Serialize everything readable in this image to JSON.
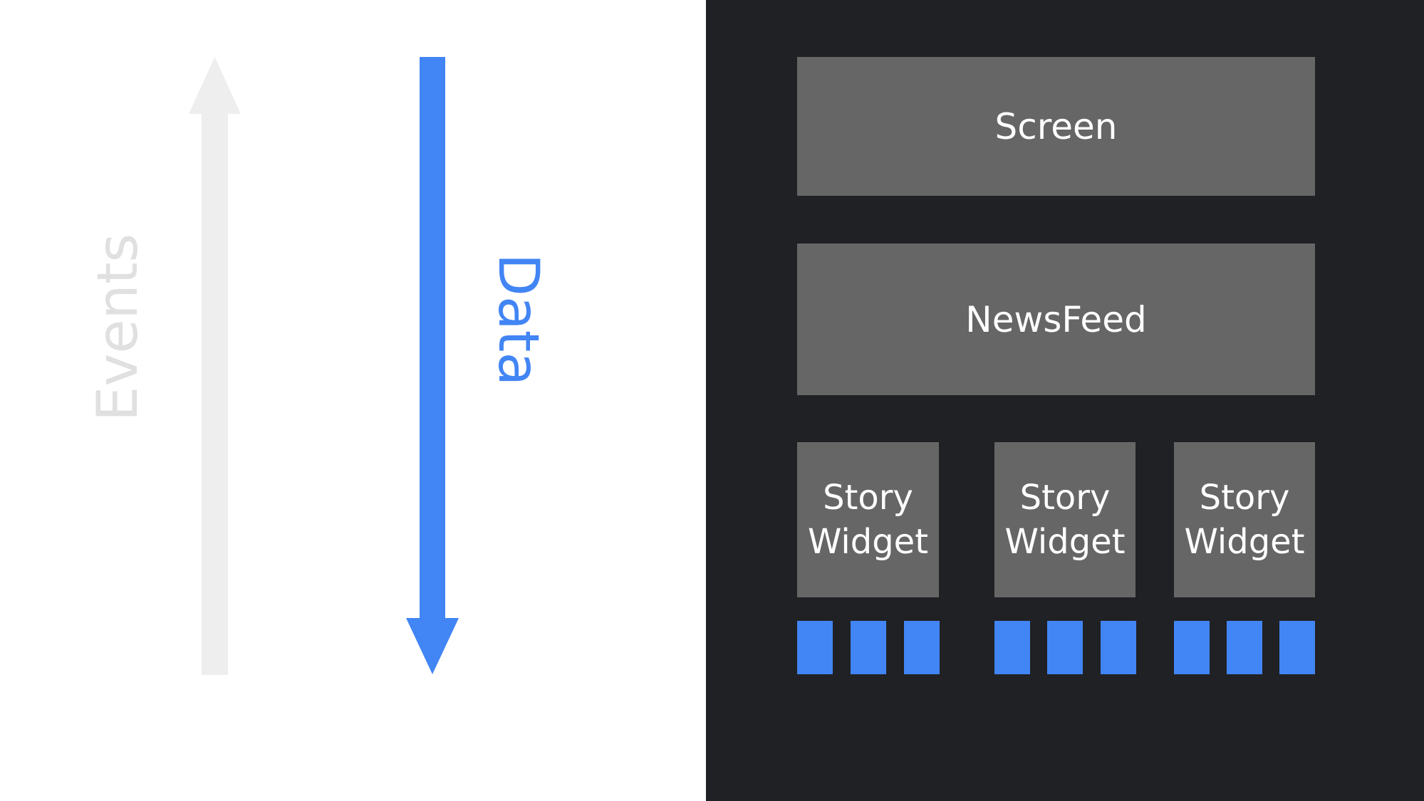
{
  "flow": {
    "events_label": "Events",
    "data_label": "Data",
    "events_arrow_color": "#eeeeee",
    "data_arrow_color": "#4285f4"
  },
  "tree": {
    "root": "Screen",
    "child": "NewsFeed",
    "leaves": [
      {
        "line1": "Story",
        "line2": "Widget"
      },
      {
        "line1": "Story",
        "line2": "Widget"
      },
      {
        "line1": "Story",
        "line2": "Widget"
      }
    ],
    "sub_elements_per_leaf": 3,
    "box_color": "#666666",
    "background": "#202124"
  }
}
